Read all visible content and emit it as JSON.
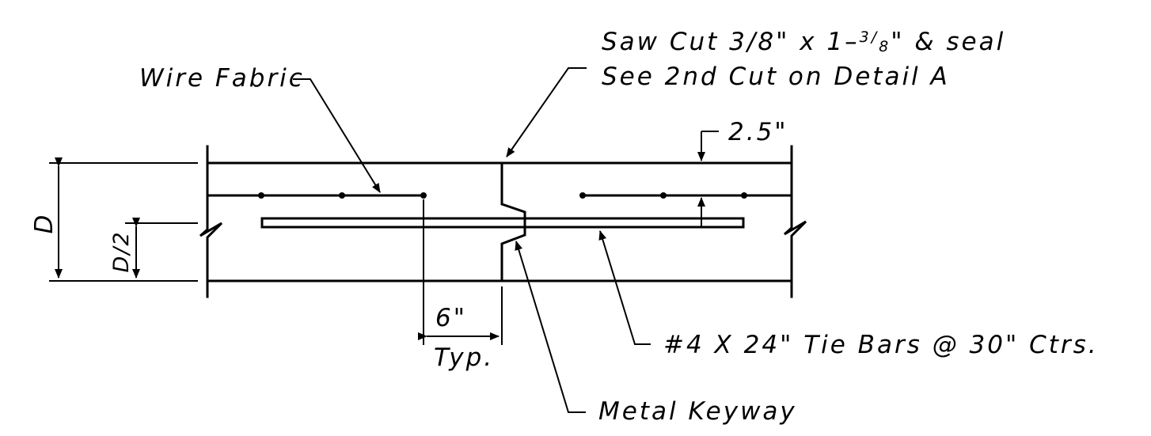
{
  "labels": {
    "saw_cut_line1_pre": "Saw Cut 3/8\" x 1–",
    "saw_cut_line1_frac_num": "3",
    "saw_cut_line1_frac_den": "8",
    "saw_cut_line1_post": "\" & seal",
    "saw_cut_line2": "See 2nd Cut on Detail A",
    "wire_fabric": "Wire Fabric",
    "cover_dim": "2.5\"",
    "depth": "D",
    "half_depth": "D/2",
    "spacing_dim": "6\"",
    "spacing_note": "Typ.",
    "tie_bars": "#4 X 24\" Tie Bars @ 30\" Ctrs.",
    "metal_keyway": "Metal Keyway"
  },
  "colors": {
    "line": "#000000",
    "background": "#ffffff"
  }
}
